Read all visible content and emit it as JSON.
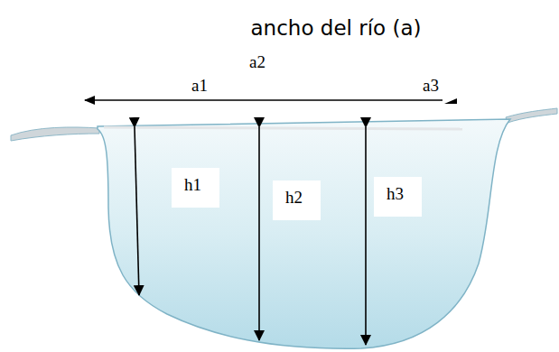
{
  "diagram": {
    "title": "ancho del río (a)",
    "labels": [
      "a1",
      "a2",
      "a3",
      "h1",
      "h2",
      "h3"
    ]
  }
}
